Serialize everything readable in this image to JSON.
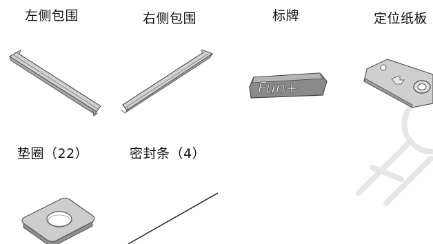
{
  "parts": [
    {
      "label": "左侧包围"
    },
    {
      "label": "右侧包围"
    },
    {
      "label": "标牌"
    },
    {
      "label": "定位纸板"
    },
    {
      "label": "垫圈（22）"
    },
    {
      "label": "密封条（4）"
    }
  ],
  "nameplate_text": "Fun+",
  "watermark": "HC",
  "colors": {
    "text": "#111111",
    "part_fill": "#c8c8c8",
    "part_stroke": "#555555",
    "watermark": "#e6e6e6"
  }
}
